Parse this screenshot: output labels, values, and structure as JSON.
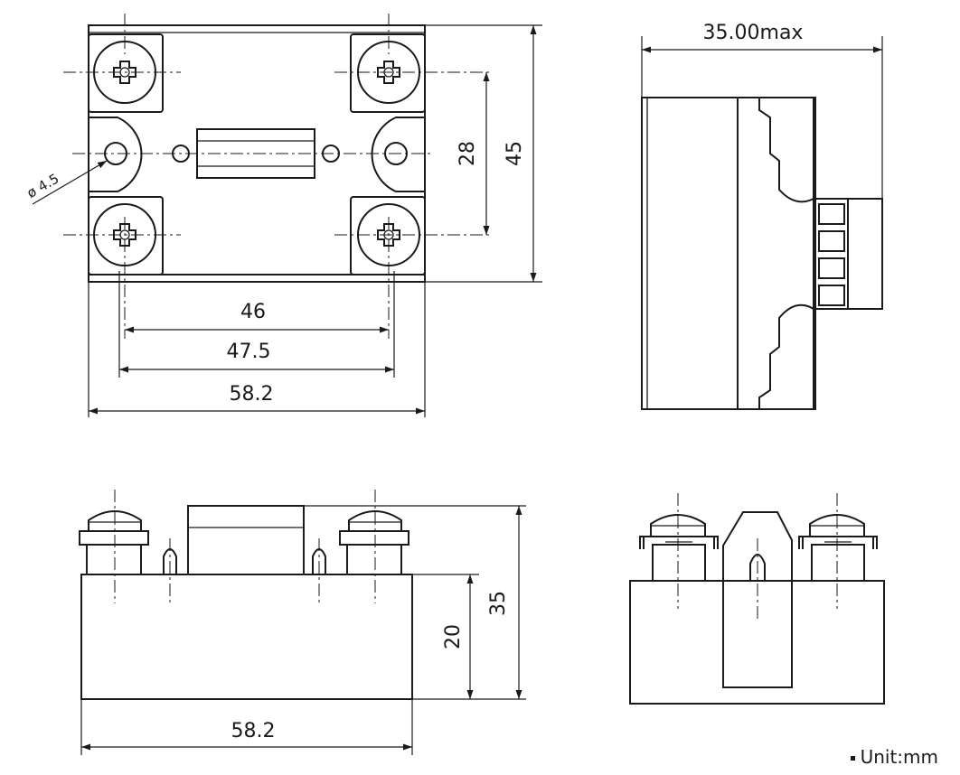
{
  "dimensions": {
    "top_width_mounting": "46",
    "top_width_screw": "47.5",
    "top_width_total": "58.2",
    "top_height_inner": "28",
    "top_height_total": "45",
    "hole_diameter": "ø 4.5",
    "side_depth_max": "35.00max",
    "front_height_body": "20",
    "front_height_total": "35",
    "front_width_total": "58.2"
  },
  "unit_label": "Unit:mm"
}
